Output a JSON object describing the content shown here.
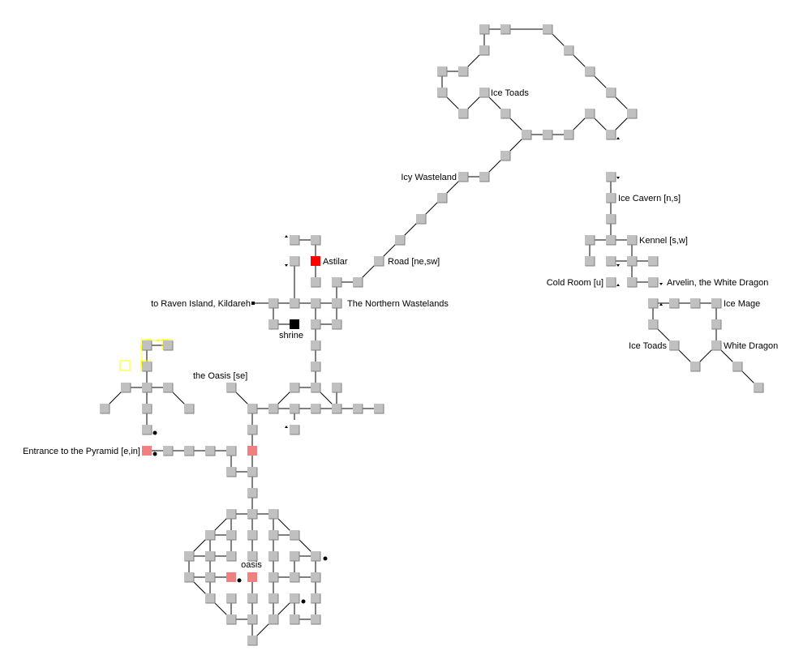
{
  "map": {
    "labels": {
      "ice_toads_north": "Ice Toads",
      "icy_wasteland": "Icy Wasteland",
      "ice_cavern": "Ice Cavern [n,s]",
      "kennel": "Kennel [s,w]",
      "cold_room": "Cold Room [u]",
      "arvelin": "Arvelin, the White Dragon",
      "ice_mage": "Ice Mage",
      "ice_toads_south": "Ice Toads",
      "white_dragon": "White Dragon",
      "astilar": "Astilar",
      "road": "Road [ne,sw]",
      "northern_wastelands": "The Northern Wastelands",
      "raven_island": "to Raven Island, Kildareh",
      "shrine": "shrine",
      "the_oasis": "the Oasis [se]",
      "pyramid_entrance": "Entrance to the Pyramid [e,in]",
      "oasis": "oasis"
    },
    "colors": {
      "room": "#c0c0c0",
      "room_shadow": "#808080",
      "current_room": "#ff0000",
      "special_room": "#f08080",
      "shrine_room": "#000000",
      "highlight": "#ffff00",
      "line": "#000000"
    }
  }
}
